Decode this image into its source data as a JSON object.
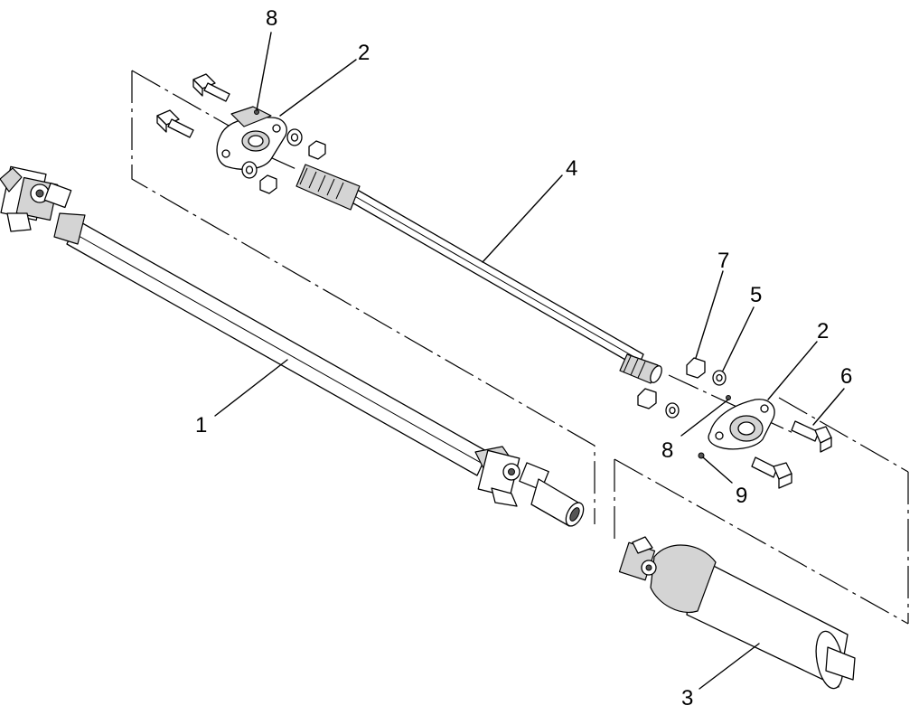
{
  "callouts": [
    {
      "id": "c-8-top",
      "label": "8"
    },
    {
      "id": "c-2-top",
      "label": "2"
    },
    {
      "id": "c-4",
      "label": "4"
    },
    {
      "id": "c-7",
      "label": "7"
    },
    {
      "id": "c-5",
      "label": "5"
    },
    {
      "id": "c-2-right",
      "label": "2"
    },
    {
      "id": "c-6",
      "label": "6"
    },
    {
      "id": "c-1",
      "label": "1"
    },
    {
      "id": "c-8-right",
      "label": "8"
    },
    {
      "id": "c-9",
      "label": "9"
    },
    {
      "id": "c-3",
      "label": "3"
    }
  ]
}
